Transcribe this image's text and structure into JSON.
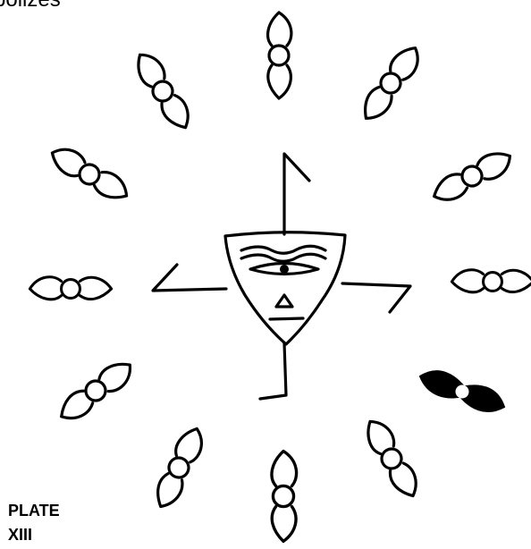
{
  "caption": {
    "partial_text": "bolizes"
  },
  "plate": {
    "line1": "PLATE",
    "line2": "XIII"
  },
  "colors": {
    "ink": "#000000",
    "background": "#ffffff",
    "filled_petal": "#000000"
  },
  "figure": {
    "description_elements": [
      "central-face",
      "swastika-arms",
      "twelve-petal-ring"
    ],
    "filled_petal_position": "right-lower"
  }
}
